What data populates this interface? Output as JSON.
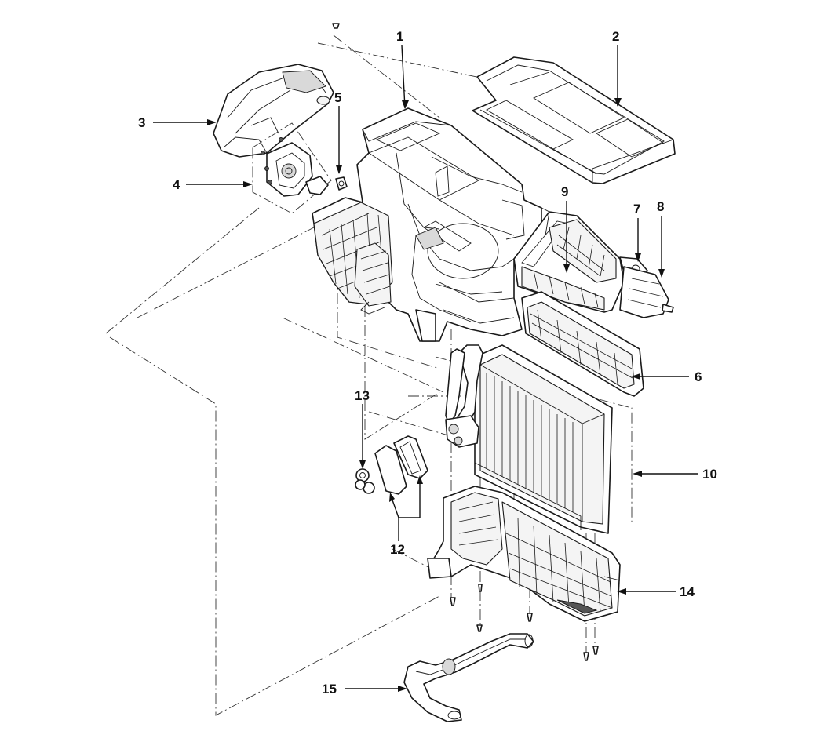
{
  "diagram": {
    "callouts": [
      {
        "id": "1",
        "label": "1"
      },
      {
        "id": "2",
        "label": "2"
      },
      {
        "id": "3",
        "label": "3"
      },
      {
        "id": "4",
        "label": "4"
      },
      {
        "id": "5",
        "label": "5"
      },
      {
        "id": "6",
        "label": "6"
      },
      {
        "id": "7",
        "label": "7"
      },
      {
        "id": "8",
        "label": "8"
      },
      {
        "id": "9",
        "label": "9"
      },
      {
        "id": "10",
        "label": "10"
      },
      {
        "id": "12",
        "label": "12"
      },
      {
        "id": "13",
        "label": "13"
      },
      {
        "id": "14",
        "label": "14"
      },
      {
        "id": "15",
        "label": "15"
      }
    ]
  }
}
